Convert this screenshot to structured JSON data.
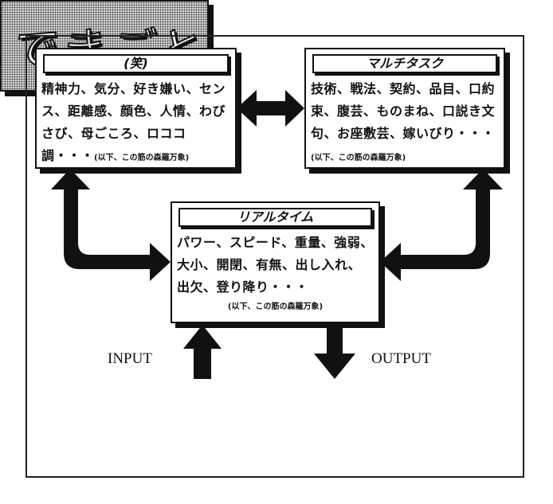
{
  "boxes": {
    "warai": {
      "title": "(笑)",
      "text": "精神力、気分、好き嫌い、センス、距離感、顔色、人情、わびさび、母ごころ、ロココ調・・・",
      "note": "(以下、この筋の森羅万象)"
    },
    "multitask": {
      "title": "マルチタスク",
      "text": "技術、戦法、契約、品目、口約束、腹芸、ものまね、口説き文句、お座敷芸、嫁いびり・・・",
      "note": "(以下、この筋の森羅万象)"
    },
    "realtime": {
      "title": "リアルタイム",
      "text": "パワー、スピード、重量、強弱、大小、開閉、有無、出し入れ、出欠、登り降り・・・",
      "note": "(以下、この筋の森羅万象)"
    },
    "event": {
      "label": "できごと"
    }
  },
  "labels": {
    "input": "INPUT",
    "output": "OUTPUT"
  },
  "colors": {
    "ink": "#111111",
    "event_fill": "#d6d6d6",
    "background": "#ffffff"
  }
}
